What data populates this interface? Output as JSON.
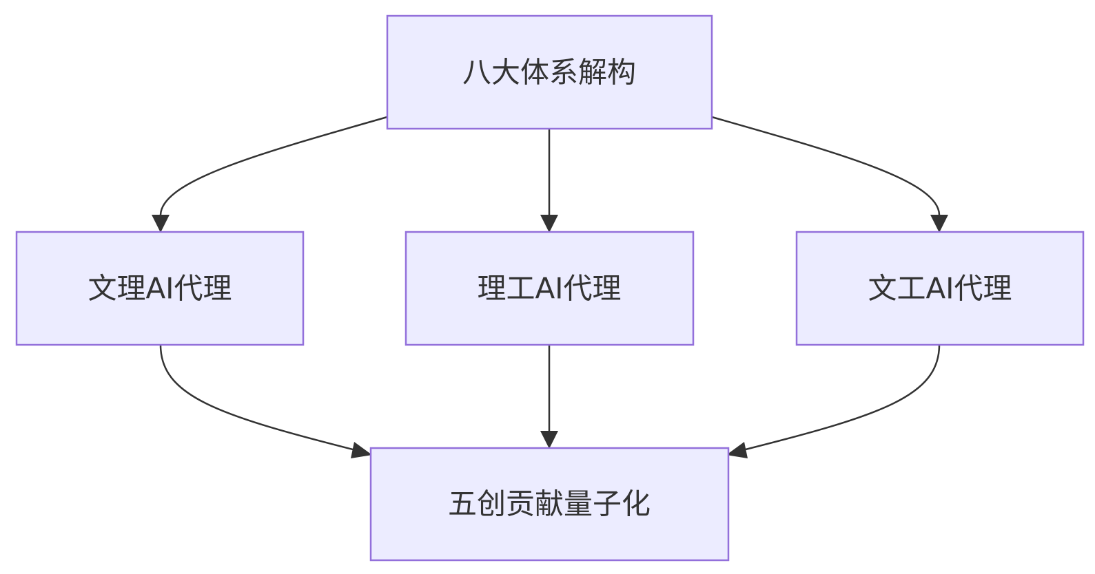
{
  "diagram": {
    "nodes": {
      "top": {
        "label": "八大体系解构"
      },
      "left": {
        "label": "文理AI代理"
      },
      "center": {
        "label": "理工AI代理"
      },
      "right": {
        "label": "文工AI代理"
      },
      "bottom": {
        "label": "五创贡献量子化"
      }
    },
    "edges": [
      {
        "from": "top",
        "to": "left"
      },
      {
        "from": "top",
        "to": "center"
      },
      {
        "from": "top",
        "to": "right"
      },
      {
        "from": "left",
        "to": "bottom"
      },
      {
        "from": "center",
        "to": "bottom"
      },
      {
        "from": "right",
        "to": "bottom"
      }
    ],
    "colors": {
      "node_fill": "#ececff",
      "node_stroke": "#9370db",
      "text": "#333333",
      "edge": "#333333"
    }
  }
}
